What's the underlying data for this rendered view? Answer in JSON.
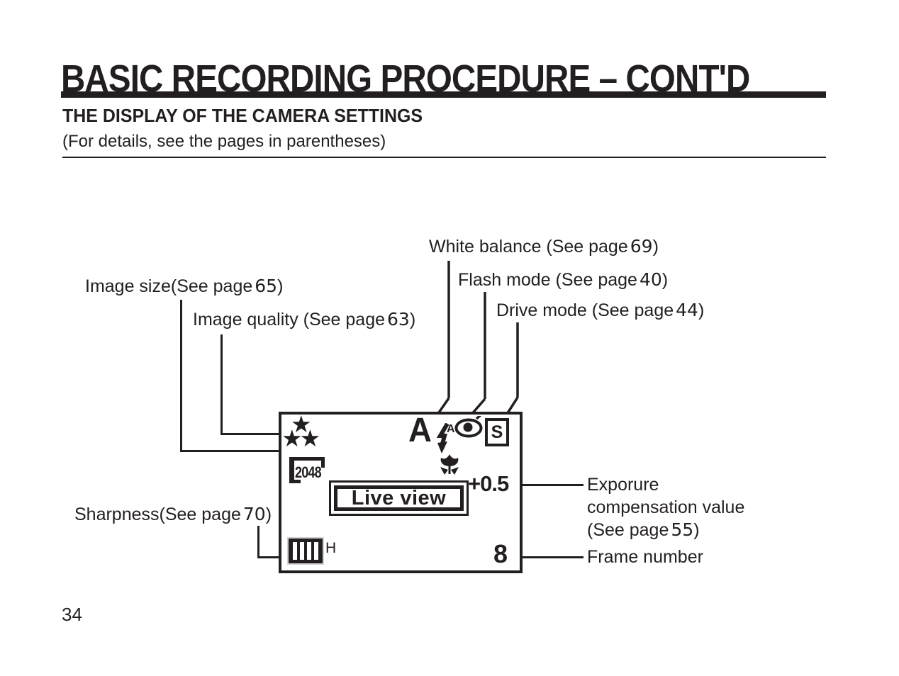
{
  "page": {
    "title": "BASIC RECORDING PROCEDURE – CONT'D",
    "subtitle": "THE DISPLAY OF THE CAMERA SETTINGS",
    "note": "(For details, see the pages in parentheses)",
    "page_number": "34"
  },
  "labels": {
    "image_size": {
      "prefix": "Image size(See page",
      "page": "65",
      "suffix": ")"
    },
    "image_quality": {
      "prefix": "Image quality (See page",
      "page": "63",
      "suffix": ")"
    },
    "sharpness": {
      "prefix": "Sharpness(See page",
      "page": "70",
      "suffix": ")"
    },
    "white_balance": {
      "prefix": "White balance (See page",
      "page": "69",
      "suffix": ")"
    },
    "flash_mode": {
      "prefix": "Flash mode (See page",
      "page": "40",
      "suffix": ")"
    },
    "drive_mode": {
      "prefix": "Drive mode (See page",
      "page": "44",
      "suffix": ")"
    },
    "exposure_comp": {
      "line1": "Exporure",
      "line2": "compensation value",
      "line3_prefix": "(See page",
      "page": "55",
      "suffix": ")"
    },
    "frame_number": "Frame number"
  },
  "display": {
    "quality_stars_top": "★",
    "quality_stars_bottom": "★★",
    "image_size_value": "2048",
    "white_balance_value": "A",
    "flash_auto_label": "A",
    "drive_mode_value": "S",
    "exposure_value": "+0.5",
    "live_view_label": "Live view",
    "sharpness_value": "H",
    "frame_value": "8"
  },
  "icons": {
    "flash": "flash-bolt-icon",
    "red_eye": "red-eye-reduction-icon",
    "macro": "macro-flower-icon",
    "battery": "battery-level-icon"
  },
  "colors": {
    "ink": "#231f20",
    "background": "#ffffff"
  }
}
